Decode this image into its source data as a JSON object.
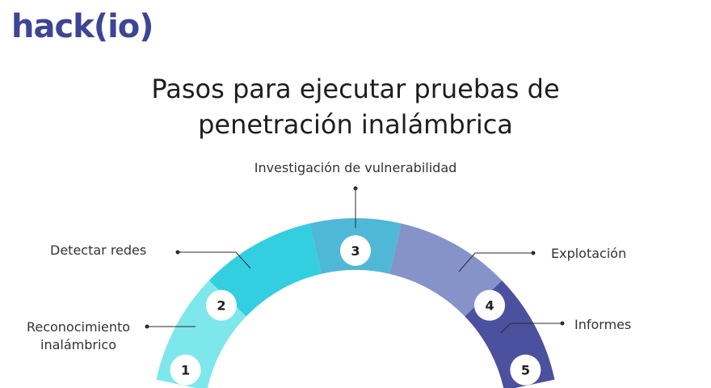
{
  "logo": "hack(io)",
  "title_line1": "Pasos para ejecutar pruebas de",
  "title_line2": "penetración inalámbrica",
  "steps": [
    {
      "number": "1",
      "label": "Reconocimiento\ninalámbrico",
      "color": "#7ee7ec"
    },
    {
      "number": "2",
      "label": "Detectar redes",
      "color": "#33cfe0"
    },
    {
      "number": "3",
      "label": "Investigación de vulnerabilidad",
      "color": "#4fb8d6"
    },
    {
      "number": "4",
      "label": "Explotación",
      "color": "#8593c9"
    },
    {
      "number": "5",
      "label": "Informes",
      "color": "#4b519e"
    }
  ]
}
